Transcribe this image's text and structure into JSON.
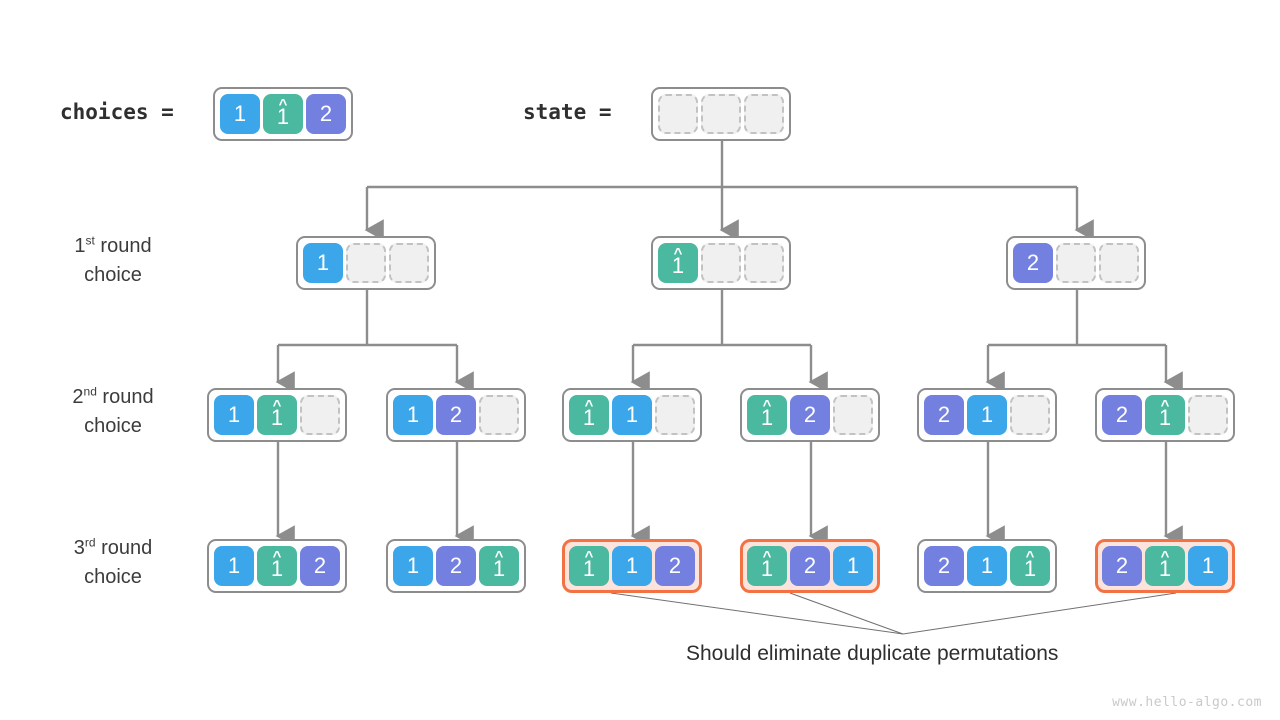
{
  "header": {
    "choices_label": "choices =",
    "state_label": "state ="
  },
  "choices_cells": [
    {
      "value": "1",
      "color": "blue",
      "hat": false
    },
    {
      "value": "1",
      "color": "green",
      "hat": true
    },
    {
      "value": "2",
      "color": "purple",
      "hat": false
    }
  ],
  "state_cells": [
    {
      "value": "",
      "color": "empty",
      "hat": false
    },
    {
      "value": "",
      "color": "empty",
      "hat": false
    },
    {
      "value": "",
      "color": "empty",
      "hat": false
    }
  ],
  "rows": [
    {
      "label_line1": "1",
      "label_sup": "st",
      "label_rest": " round",
      "label_line2": "choice"
    },
    {
      "label_line1": "2",
      "label_sup": "nd",
      "label_rest": " round",
      "label_line2": "choice"
    },
    {
      "label_line1": "3",
      "label_sup": "rd",
      "label_rest": " round",
      "label_line2": "choice"
    }
  ],
  "level1": [
    {
      "highlight": false,
      "cells": [
        {
          "value": "1",
          "color": "blue",
          "hat": false
        },
        {
          "value": "",
          "color": "empty",
          "hat": false
        },
        {
          "value": "",
          "color": "empty",
          "hat": false
        }
      ]
    },
    {
      "highlight": false,
      "cells": [
        {
          "value": "1",
          "color": "green",
          "hat": true
        },
        {
          "value": "",
          "color": "empty",
          "hat": false
        },
        {
          "value": "",
          "color": "empty",
          "hat": false
        }
      ]
    },
    {
      "highlight": false,
      "cells": [
        {
          "value": "2",
          "color": "purple",
          "hat": false
        },
        {
          "value": "",
          "color": "empty",
          "hat": false
        },
        {
          "value": "",
          "color": "empty",
          "hat": false
        }
      ]
    }
  ],
  "level2": [
    {
      "highlight": false,
      "cells": [
        {
          "value": "1",
          "color": "blue",
          "hat": false
        },
        {
          "value": "1",
          "color": "green",
          "hat": true
        },
        {
          "value": "",
          "color": "empty",
          "hat": false
        }
      ]
    },
    {
      "highlight": false,
      "cells": [
        {
          "value": "1",
          "color": "blue",
          "hat": false
        },
        {
          "value": "2",
          "color": "purple",
          "hat": false
        },
        {
          "value": "",
          "color": "empty",
          "hat": false
        }
      ]
    },
    {
      "highlight": false,
      "cells": [
        {
          "value": "1",
          "color": "green",
          "hat": true
        },
        {
          "value": "1",
          "color": "blue",
          "hat": false
        },
        {
          "value": "",
          "color": "empty",
          "hat": false
        }
      ]
    },
    {
      "highlight": false,
      "cells": [
        {
          "value": "1",
          "color": "green",
          "hat": true
        },
        {
          "value": "2",
          "color": "purple",
          "hat": false
        },
        {
          "value": "",
          "color": "empty",
          "hat": false
        }
      ]
    },
    {
      "highlight": false,
      "cells": [
        {
          "value": "2",
          "color": "purple",
          "hat": false
        },
        {
          "value": "1",
          "color": "blue",
          "hat": false
        },
        {
          "value": "",
          "color": "empty",
          "hat": false
        }
      ]
    },
    {
      "highlight": false,
      "cells": [
        {
          "value": "2",
          "color": "purple",
          "hat": false
        },
        {
          "value": "1",
          "color": "green",
          "hat": true
        },
        {
          "value": "",
          "color": "empty",
          "hat": false
        }
      ]
    }
  ],
  "level3": [
    {
      "highlight": false,
      "cells": [
        {
          "value": "1",
          "color": "blue",
          "hat": false
        },
        {
          "value": "1",
          "color": "green",
          "hat": true
        },
        {
          "value": "2",
          "color": "purple",
          "hat": false
        }
      ]
    },
    {
      "highlight": false,
      "cells": [
        {
          "value": "1",
          "color": "blue",
          "hat": false
        },
        {
          "value": "2",
          "color": "purple",
          "hat": false
        },
        {
          "value": "1",
          "color": "green",
          "hat": true
        }
      ]
    },
    {
      "highlight": true,
      "cells": [
        {
          "value": "1",
          "color": "green",
          "hat": true
        },
        {
          "value": "1",
          "color": "blue",
          "hat": false
        },
        {
          "value": "2",
          "color": "purple",
          "hat": false
        }
      ]
    },
    {
      "highlight": true,
      "cells": [
        {
          "value": "1",
          "color": "green",
          "hat": true
        },
        {
          "value": "2",
          "color": "purple",
          "hat": false
        },
        {
          "value": "1",
          "color": "blue",
          "hat": false
        }
      ]
    },
    {
      "highlight": false,
      "cells": [
        {
          "value": "2",
          "color": "purple",
          "hat": false
        },
        {
          "value": "1",
          "color": "blue",
          "hat": false
        },
        {
          "value": "1",
          "color": "green",
          "hat": true
        }
      ]
    },
    {
      "highlight": true,
      "cells": [
        {
          "value": "2",
          "color": "purple",
          "hat": false
        },
        {
          "value": "1",
          "color": "green",
          "hat": true
        },
        {
          "value": "1",
          "color": "blue",
          "hat": false
        }
      ]
    }
  ],
  "caption": "Should eliminate duplicate permutations",
  "watermark": "www.hello-algo.com",
  "colors": {
    "blue": "#3ba7ea",
    "green": "#4bb8a0",
    "purple": "#7480e0",
    "empty": "#f0f0f0",
    "highlight_border": "#f27244",
    "highlight_fill": "#fce4dc",
    "connector": "#8d8d8d",
    "text": "#2f2f2f"
  }
}
